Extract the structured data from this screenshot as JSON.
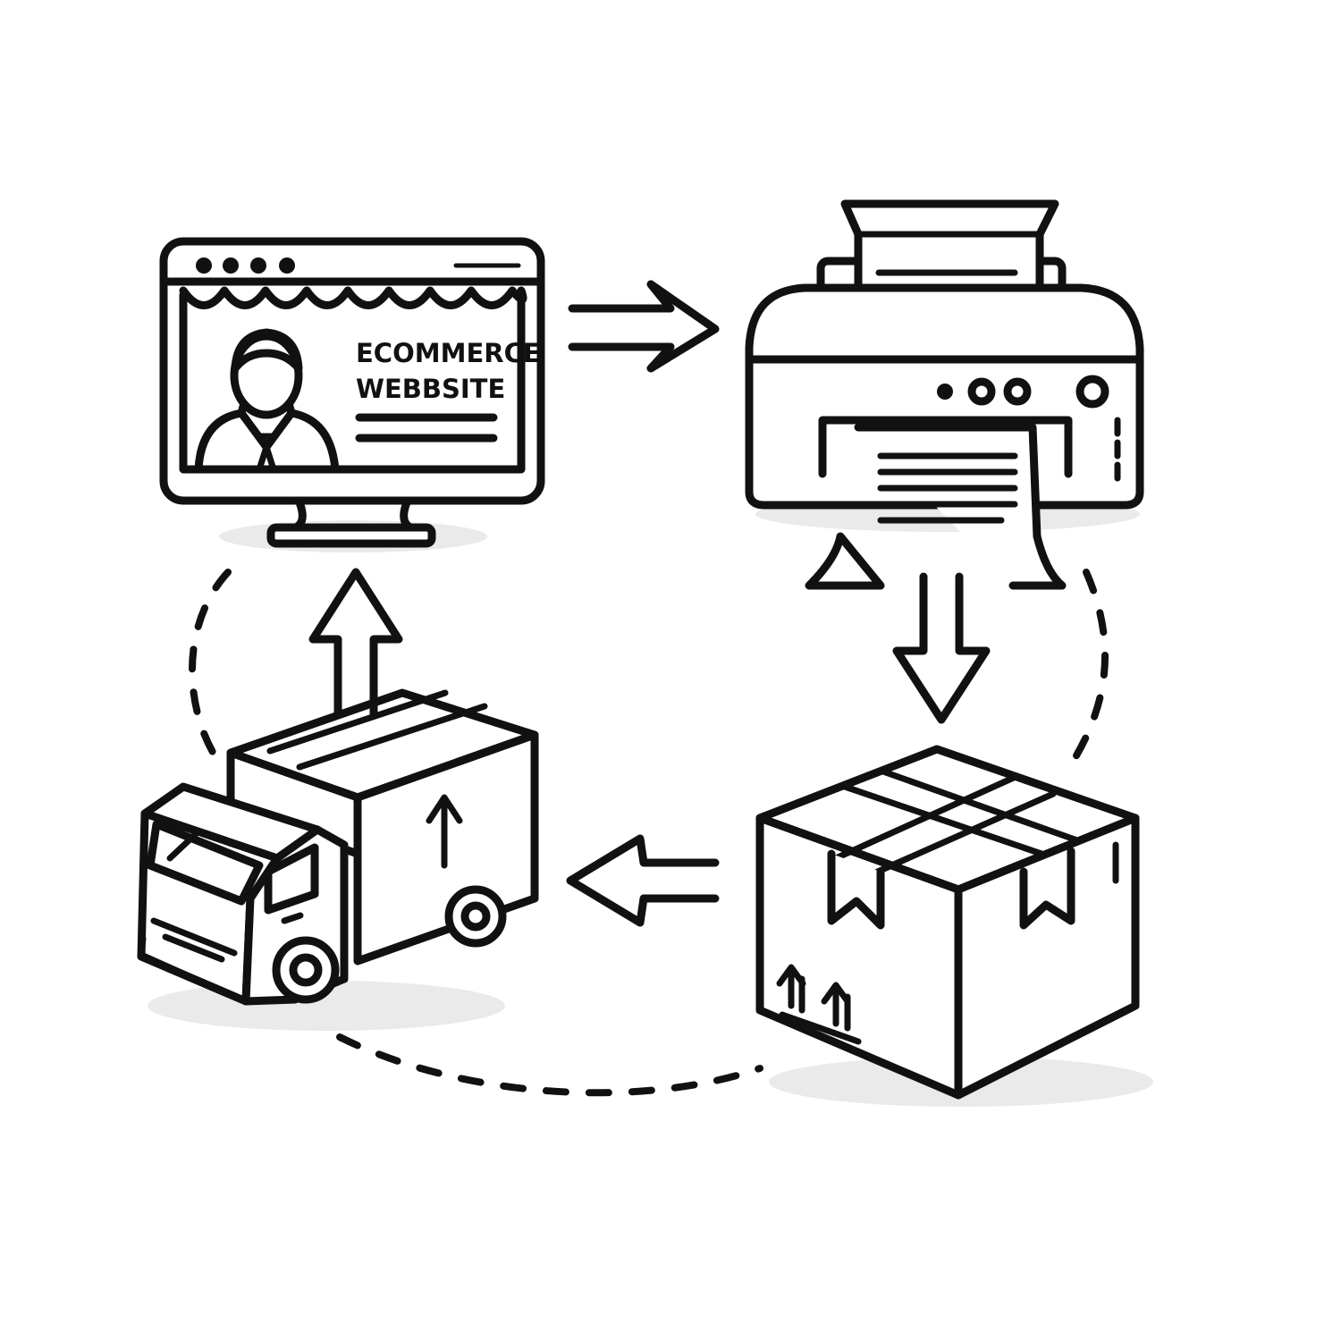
{
  "colors": {
    "ink": "#111111",
    "background": "#ffffff",
    "shadow": "#d9d9d9"
  },
  "nodes": [
    {
      "id": "website",
      "icon": "monitor-storefront-icon",
      "label_lines": [
        "ECOMMERCE",
        "WEBBSITE"
      ]
    },
    {
      "id": "printer",
      "icon": "printer-icon"
    },
    {
      "id": "package",
      "icon": "box-icon"
    },
    {
      "id": "truck",
      "icon": "delivery-truck-icon"
    }
  ],
  "flow": [
    {
      "from": "website",
      "to": "printer",
      "icon": "arrow-right-icon"
    },
    {
      "from": "printer",
      "to": "package",
      "icon": "arrow-down-icon"
    },
    {
      "from": "package",
      "to": "truck",
      "icon": "arrow-left-icon"
    },
    {
      "from": "truck",
      "to": "website",
      "icon": "arrow-up-icon"
    }
  ]
}
